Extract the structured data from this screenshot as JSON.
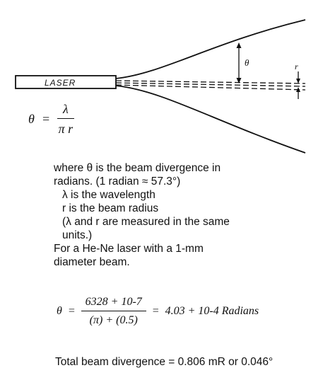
{
  "diagram": {
    "laser_label": "LASER",
    "theta_label": "θ",
    "radius_label": "r"
  },
  "formula1": {
    "lhs": "θ",
    "eq": "=",
    "numerator": "λ",
    "denominator": "π r"
  },
  "explanation": {
    "line1": "where θ is the beam divergence in",
    "line2": "radians. (1 radian ≈ 57.3°)",
    "line3": "λ is the wavelength",
    "line4": "r is the beam radius",
    "line5": "(λ and r are measured in the same",
    "line6": "units.)",
    "line7": "For a He-Ne laser with a 1-mm",
    "line8": "diameter beam."
  },
  "formula2": {
    "lhs": "θ",
    "eq": "=",
    "numerator": "6328 + 10-7",
    "denominator": "(π) + (0.5)",
    "eq2": "=",
    "result": "4.03 + 10-4 Radians"
  },
  "total": {
    "text": "Total beam divergence = 0.806 mR or 0.046°"
  }
}
